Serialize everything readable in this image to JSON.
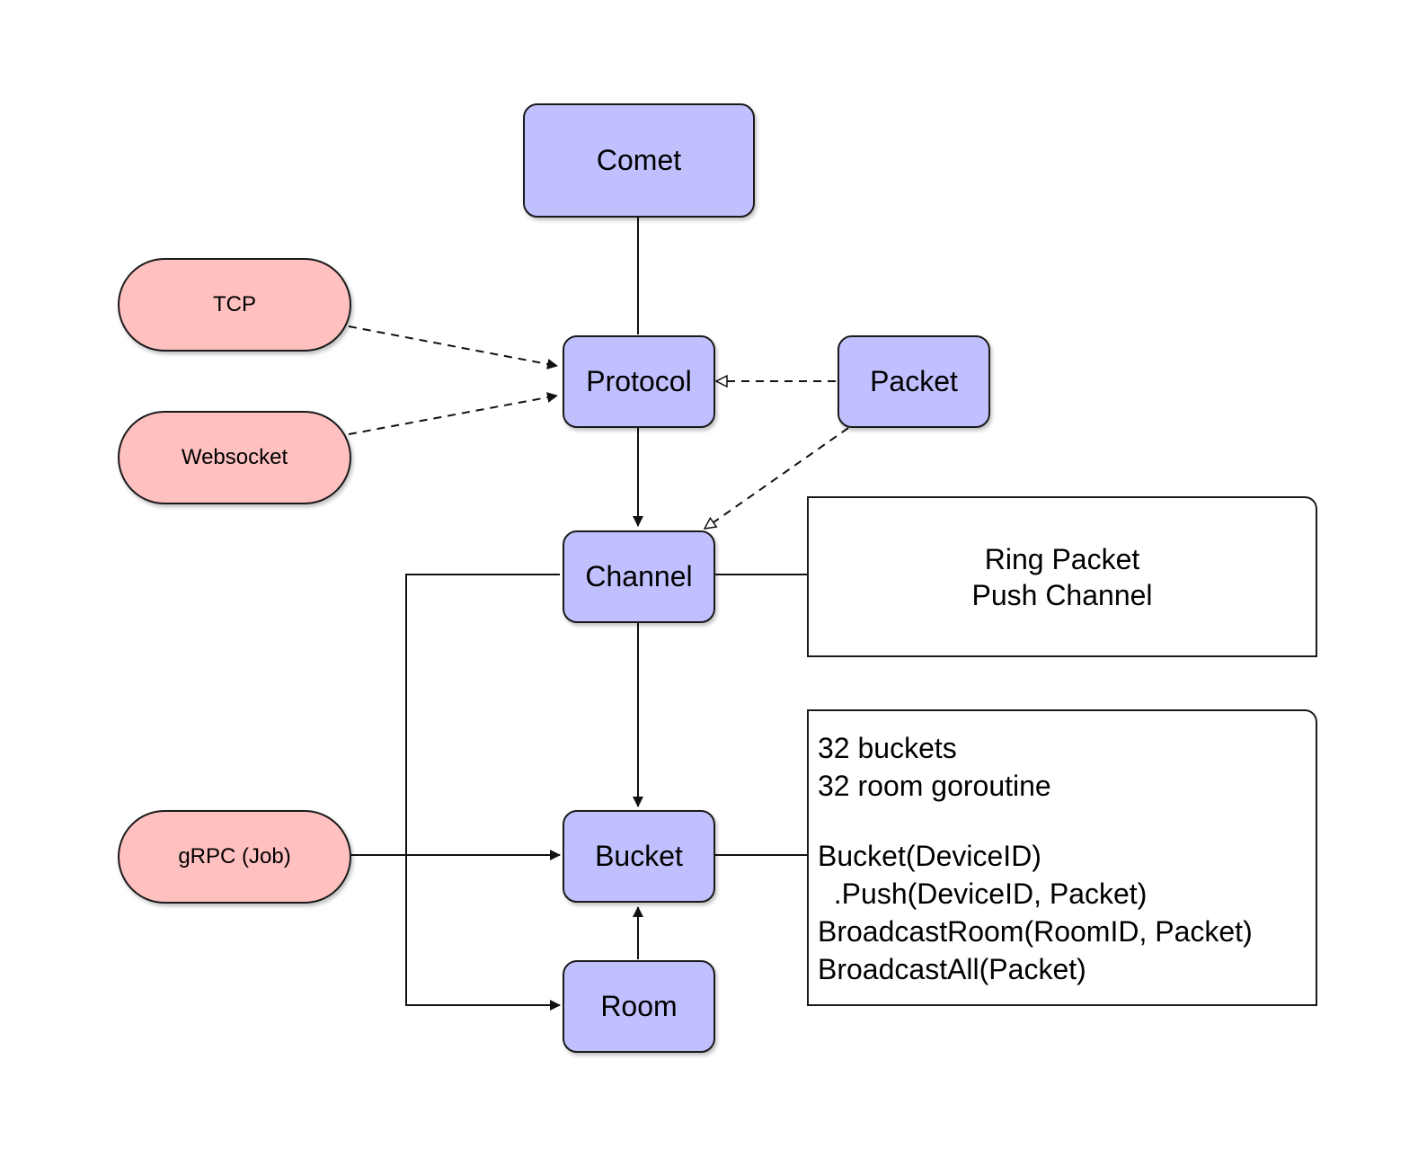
{
  "nodes": {
    "comet": "Comet",
    "protocol": "Protocol",
    "packet": "Packet",
    "channel": "Channel",
    "bucket": "Bucket",
    "room": "Room",
    "tcp": "TCP",
    "websocket": "Websocket",
    "grpc": "gRPC (Job)"
  },
  "channel_note": [
    "Ring Packet",
    "Push Channel"
  ],
  "bucket_note": {
    "line1": "32 buckets",
    "line2": "32 room goroutine",
    "line3": "Bucket(DeviceID)",
    "line4": "  .Push(DeviceID, Packet)",
    "line5": "BroadcastRoom(RoomID, Packet)",
    "line6": "BroadcastAll(Packet)"
  },
  "colors": {
    "core_fill": "#c0c0ff",
    "transport_fill": "#ffc0c0",
    "stroke": "#1a1a1a"
  }
}
